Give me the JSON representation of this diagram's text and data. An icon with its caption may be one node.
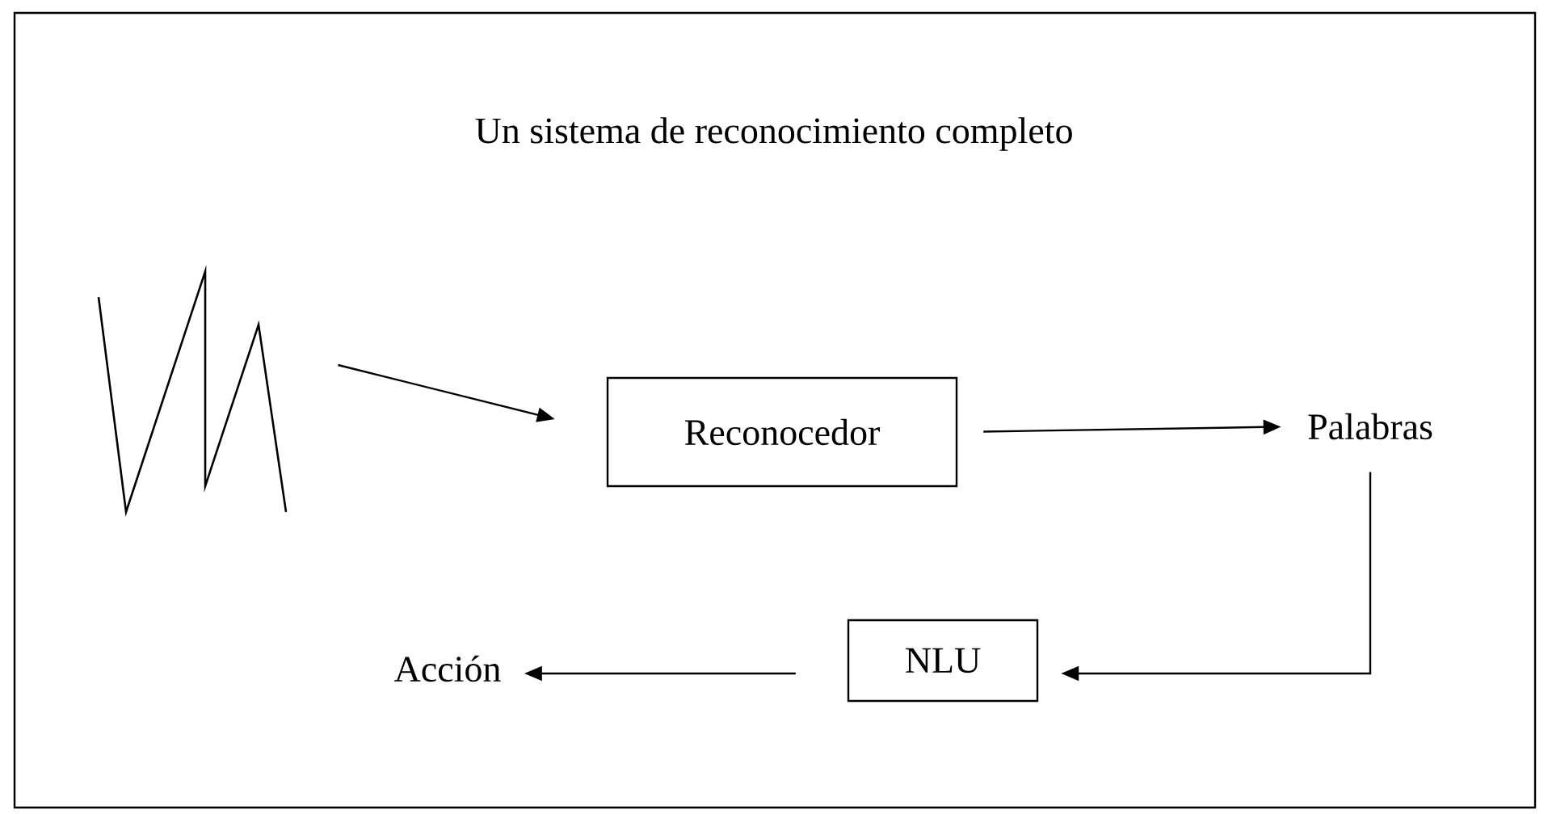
{
  "diagram": {
    "title": "Un sistema de reconocimiento completo",
    "nodes": [
      {
        "text": [],
        "shape": "picture"
      },
      {
        "text": [
          "Reconocedor"
        ]
      },
      {
        "text": [
          "Palabras"
        ]
      },
      {
        "text": [
          "NLU"
        ]
      },
      {
        "text": [
          "Acción"
        ]
      }
    ],
    "edges": [
      {
        "from": 0,
        "to": 1,
        "arrow": "to"
      },
      {
        "from": 1,
        "to": 2,
        "arrow": "to"
      },
      {
        "from": 2,
        "to": 3,
        "arrow": "to"
      },
      {
        "from": 3,
        "to": 4,
        "arrow": "to"
      }
    ]
  }
}
